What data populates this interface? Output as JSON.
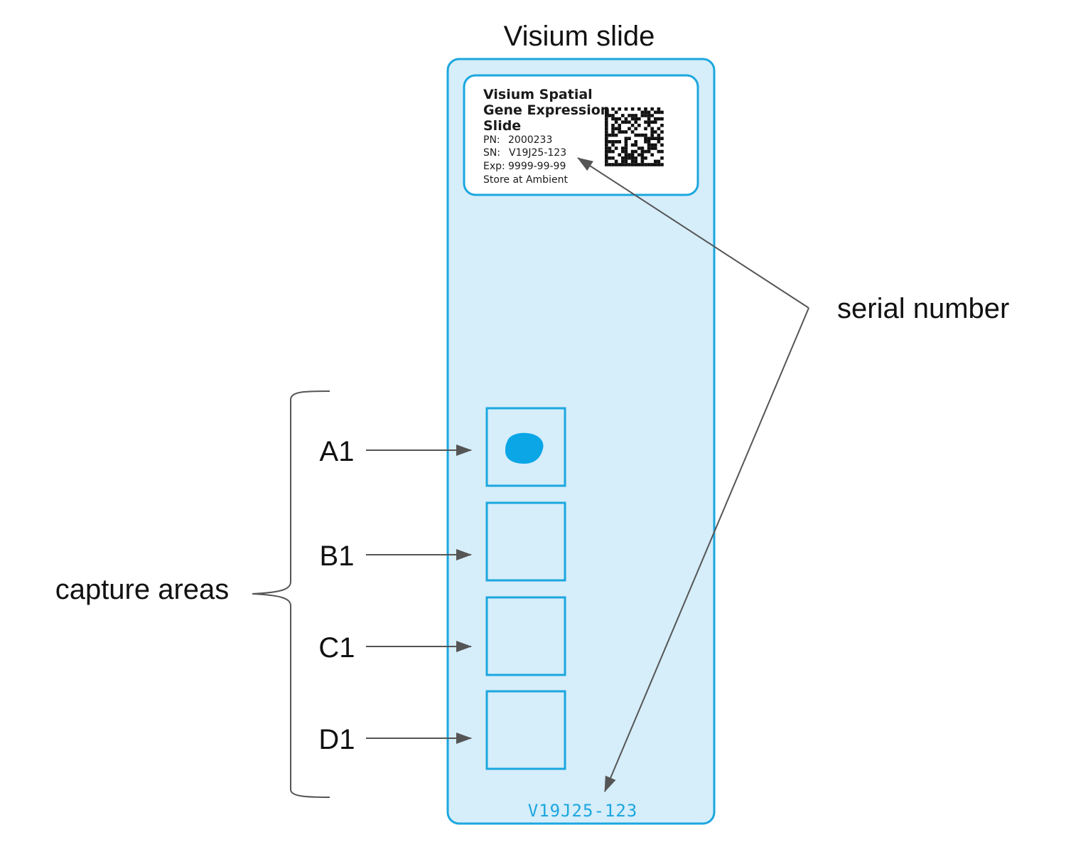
{
  "title": "Visium slide",
  "colors": {
    "slide_fill": "#d6edfa",
    "slide_stroke": "#1ba7de",
    "tissue": "#0aa6e6",
    "arrow": "#555555",
    "text": "#111111"
  },
  "label": {
    "line1": "Visium Spatial",
    "line2": "Gene Expression",
    "line3": "Slide",
    "pn_key": "PN:",
    "pn_value": "2000233",
    "sn_key": "SN:",
    "sn_value": "V19J25-123",
    "exp_key": "Exp:",
    "exp_value": "9999-99-99",
    "storage": "Store at Ambient",
    "qr_icon": "datamatrix-code-icon"
  },
  "slide_footer_serial": "V19J25-123",
  "capture_areas": {
    "group_label": "capture areas",
    "items": [
      {
        "id": "A1",
        "has_tissue": true
      },
      {
        "id": "B1",
        "has_tissue": false
      },
      {
        "id": "C1",
        "has_tissue": false
      },
      {
        "id": "D1",
        "has_tissue": false
      }
    ]
  },
  "annotations": {
    "serial_number": "serial number"
  }
}
